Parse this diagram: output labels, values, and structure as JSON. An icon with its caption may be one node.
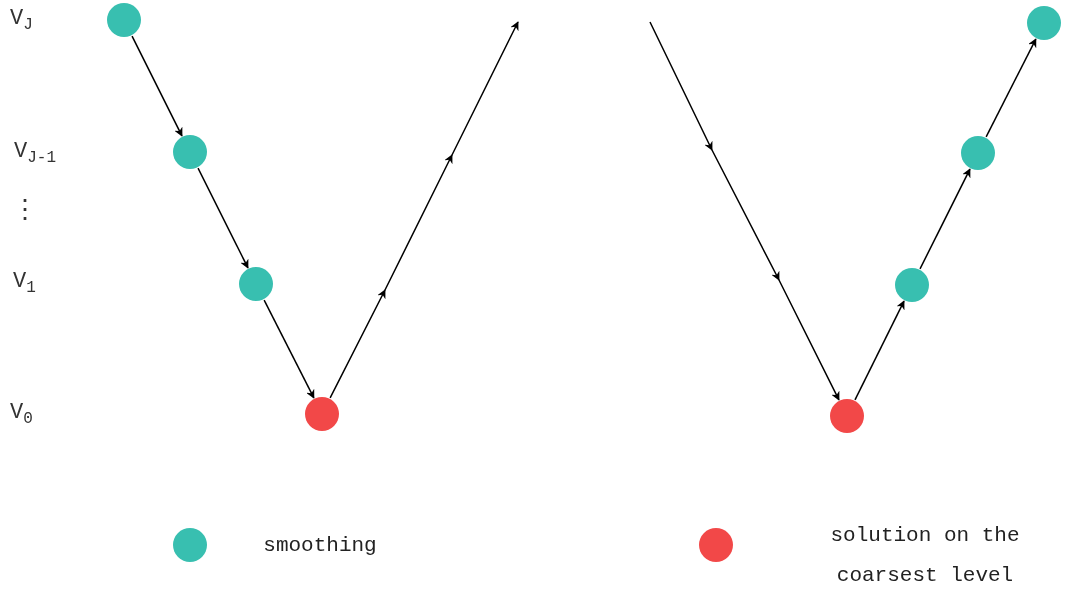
{
  "diagram": {
    "nodes": [
      {
        "text": [],
        "shape": "circle"
      },
      {
        "text": [],
        "shape": "circle"
      },
      {
        "text": [],
        "shape": "circle"
      },
      {
        "text": [],
        "shape": "circle"
      },
      {
        "text": [],
        "shape": "circle"
      },
      {
        "text": [],
        "shape": "circle"
      },
      {
        "text": [],
        "shape": "circle"
      },
      {
        "text": [],
        "shape": "circle"
      }
    ],
    "edges": [
      {
        "from": 0,
        "to": 1,
        "arrow": "to"
      },
      {
        "from": 1,
        "to": 2,
        "arrow": "to"
      },
      {
        "from": 2,
        "to": 3,
        "arrow": "to"
      },
      {
        "from": 3,
        "to": null,
        "arrow": "to"
      },
      {
        "from": null,
        "to": 4,
        "arrow": "to"
      },
      {
        "from": 4,
        "to": 5,
        "arrow": "to"
      },
      {
        "from": 5,
        "to": 6,
        "arrow": "to"
      },
      {
        "from": 6,
        "to": 7,
        "arrow": "to"
      }
    ],
    "labels": [
      "V$_{J}$",
      "V$_{J-1}$",
      "⋮",
      "V$_{1}$",
      "V$_{0}$"
    ],
    "legend": [
      {
        "text": "smoothing",
        "color": "#38bfb0"
      },
      {
        "text": "solution on the coarsest level",
        "color": "#f24848"
      }
    ]
  }
}
